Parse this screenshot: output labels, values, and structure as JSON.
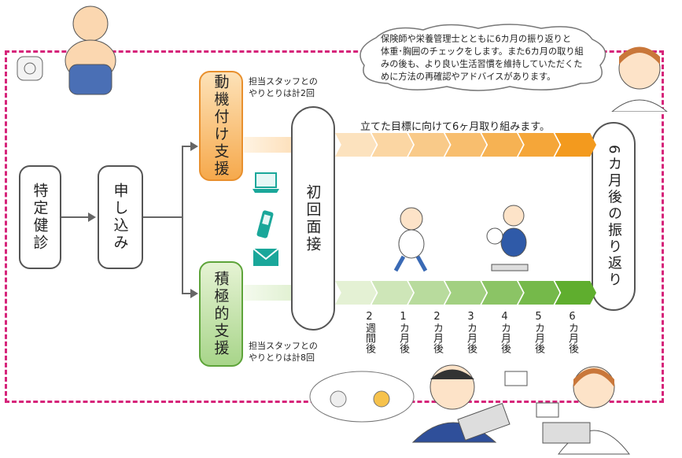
{
  "boxes": {
    "health_check": "特定健診",
    "apply": "申し込み",
    "motivation_support": "動機付け支援",
    "active_support": "積極的支援",
    "first_interview": "初回面接",
    "review": "6カ月後の振り返り"
  },
  "notes": {
    "motivation_contacts": [
      "担当スタッフとの",
      "やりとりは計2回"
    ],
    "active_contacts": [
      "担当スタッフとの",
      "やりとりは計8回"
    ],
    "goal": "立てた目標に向けて6ヶ月取り組みます。"
  },
  "speech_bubble": [
    "保険師や栄養管理士とともに6カ月の振り返りと",
    "体重･胸囲のチェックをします。また6カ月の取り組",
    "みの後も、より良い生活習慣を維持していただくた",
    "めに方法の再確認やアドバイスがあります。"
  ],
  "timeline": [
    "2週間後",
    "1カ月後",
    "2カ月後",
    "3カ月後",
    "4カ月後",
    "5カ月後",
    "6カ月後"
  ],
  "icons": [
    "laptop-icon",
    "mobile-phone-icon",
    "envelope-icon"
  ],
  "colors": {
    "frame": "#d6247a",
    "orange": "#f39a1e",
    "green": "#5fae2e"
  }
}
